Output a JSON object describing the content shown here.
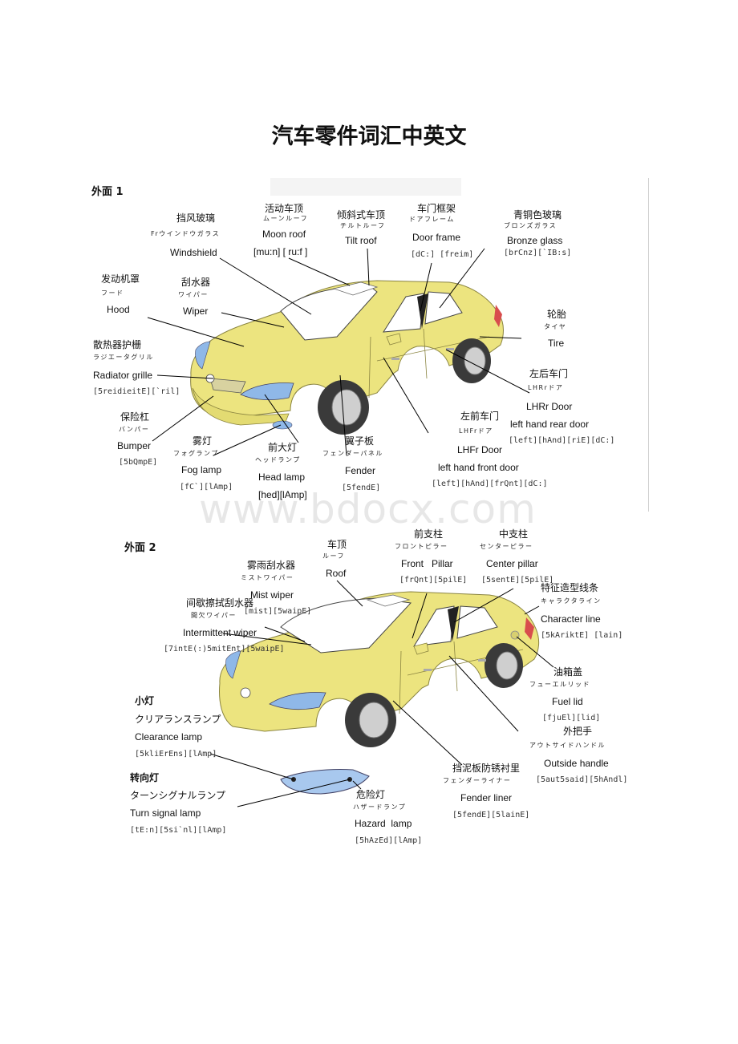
{
  "document": {
    "title": "汽车零件词汇中英文",
    "watermark": "www.bdocx.com"
  },
  "section1": {
    "label": "外面 1",
    "parts": [
      {
        "cn": "挡风玻璃",
        "ja": "Frウインドウガラス",
        "en": "Windshield"
      },
      {
        "cn": "活动车顶",
        "ja": "ムーンルーフ",
        "en": "Moon roof",
        "ph": "[mu:n]  [ ru:f ]"
      },
      {
        "cn": "倾斜式车顶",
        "ja": "チルトルーフ",
        "en": "Tilt roof"
      },
      {
        "cn": "车门框架",
        "ja": "ドアフレーム",
        "en": "Door frame",
        "ph": "[dC:] [freim]"
      },
      {
        "cn": "青铜色玻璃",
        "ja": "ブロンズガラス",
        "en": "Bronze glass",
        "ph": "[brCnz][`IB:s]"
      },
      {
        "cn": "发动机罩",
        "ja": "フード",
        "en": "Hood"
      },
      {
        "cn": "刮水器",
        "ja": "ワイパー",
        "en": "Wiper"
      },
      {
        "cn": "轮胎",
        "ja": "タイヤ",
        "en": "Tire"
      },
      {
        "cn": "散热器护栅",
        "ja": "ラジエータグリル",
        "en": "Radiator grille",
        "ph": "[5reidieitE][`ril]"
      },
      {
        "cn": "左后车门",
        "ja": "LHRrドア",
        "en": "LHRr Door",
        "en2": "left hand rear door",
        "ph": "[left][hAnd][riE][dC:]"
      },
      {
        "cn": "保险杠",
        "ja": "バンパー",
        "en": "Bumper",
        "ph": "[5bQmpE]"
      },
      {
        "cn": "雾灯",
        "ja": "フォグランプ",
        "en": "Fog lamp",
        "ph": "[fC`][lAmp]"
      },
      {
        "cn": "前大灯",
        "ja": "ヘッドランプ",
        "en": "Head lamp",
        "ph": "[hed][lAmp]"
      },
      {
        "cn": "翼子板",
        "ja": "フェンダーパネル",
        "en": "Fender",
        "ph": "[5fendE]"
      },
      {
        "cn": "左前车门",
        "ja": "LHFrドア",
        "en": "LHFr Door",
        "en2": "left hand front door",
        "ph": "[left][hAnd][frQnt][dC:]"
      }
    ]
  },
  "section2": {
    "label": "外面 2",
    "parts": [
      {
        "cn": "车顶",
        "ja": "ルーフ",
        "en": "Roof"
      },
      {
        "cn": "前支柱",
        "ja": "フロントピラー",
        "en": "Front   Pillar",
        "ph": "[frQnt][5pilE]"
      },
      {
        "cn": "中支柱",
        "ja": "センターピラー",
        "en": "Center pillar",
        "ph": "[5sentE][5pilE]"
      },
      {
        "cn": "雾雨刮水器",
        "ja": "ミストワイパー",
        "en": "Mist wiper",
        "ph": "[mist][5waipE]"
      },
      {
        "cn": "特征造型线条",
        "ja": "キャラクタライン",
        "en": "Character line",
        "ph": "[5kAriktE]  [lain]"
      },
      {
        "cn": "间歇擦拭刮水器",
        "ja": "間欠ワイパー",
        "en": "Intermittent wiper",
        "ph": "[7intE(:)5mitEnt][5waipE]"
      },
      {
        "cn": "油箱盖",
        "ja": "フューエルリッド",
        "en": "Fuel lid",
        "ph": "[fjuEl][lid]"
      },
      {
        "cn": "外把手",
        "ja": "アウトサイドハンドル",
        "en": "Outside handle",
        "ph": "[5aut5said][5hAndl]"
      },
      {
        "cn": "小灯",
        "ja": "クリアランスランプ",
        "en": "Clearance lamp",
        "ph": "[5kliErEns][lAmp]"
      },
      {
        "cn": "挡泥板防锈衬里",
        "ja": "フェンダーライナー",
        "en": "Fender liner",
        "ph": "[5fendE][5lainE]"
      },
      {
        "cn": "转向灯",
        "ja": "ターンシグナルランプ",
        "en": "Turn signal lamp",
        "ph": "[tE:n][5si`nl][lAmp]"
      },
      {
        "cn": "危险灯",
        "ja": "ハザードランプ",
        "en": "Hazard  lamp",
        "ph": "[5hAzEd][lAmp]"
      }
    ]
  },
  "colors": {
    "car_body": "#ece47f",
    "glass": "#ffffff",
    "lamp": "#8fb8e8",
    "tire": "#3a3a3a"
  }
}
